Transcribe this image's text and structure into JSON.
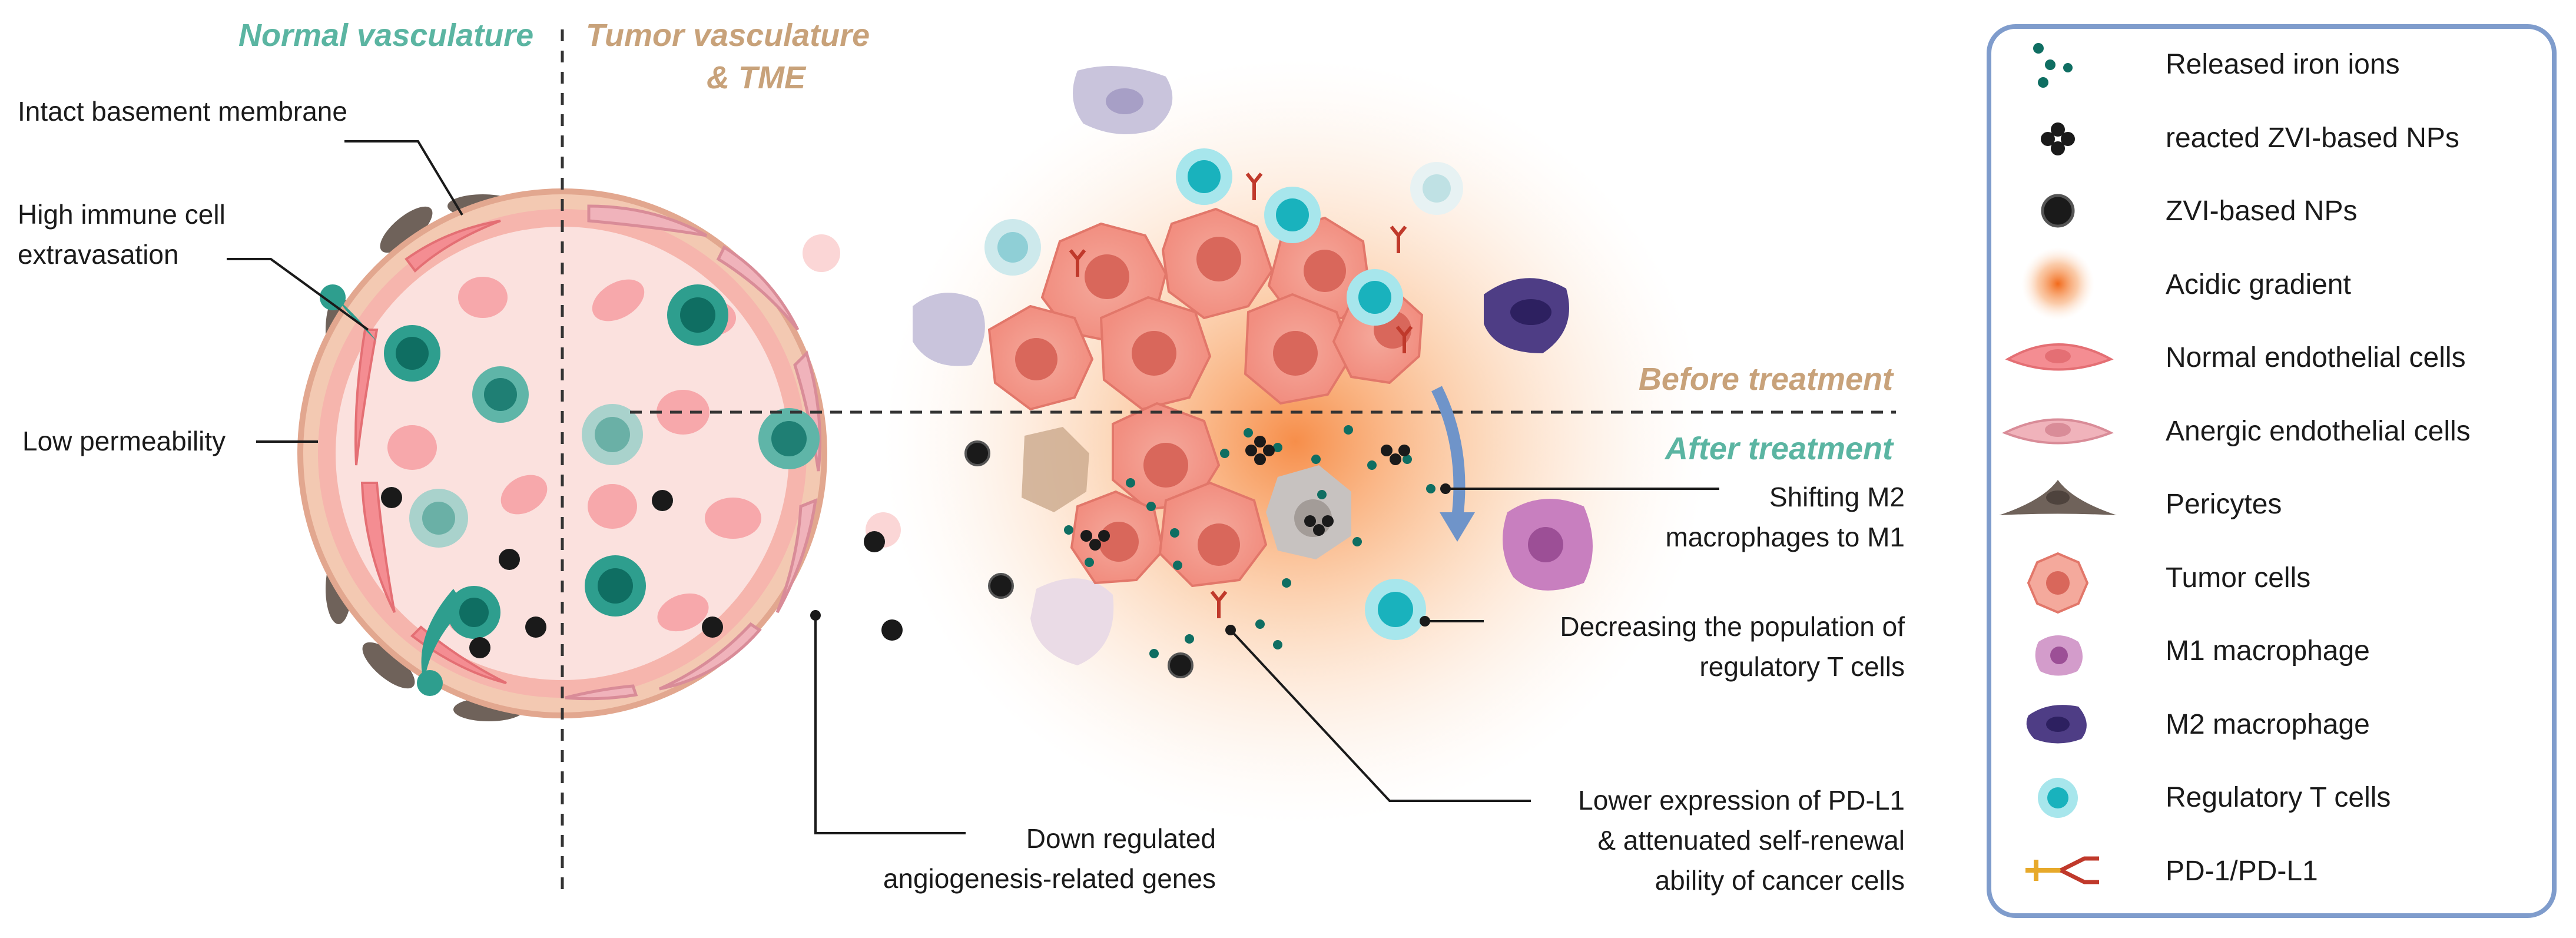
{
  "headers": {
    "normal": "Normal vasculature",
    "tumor_line1": "Tumor vasculature",
    "tumor_line2": "& TME",
    "before": "Before treatment",
    "after": "After treatment"
  },
  "labels": {
    "basement": "Intact basement membrane",
    "immune_line1": "High  immune cell",
    "immune_line2": "extravasation",
    "permeability": "Low permeability",
    "m2_line1": "Shifting M2",
    "m2_line2": "macrophages  to M1",
    "treg_line1": "Decreasing the population of",
    "treg_line2": "regulatory T cells",
    "pdl1_line1": "Lower expression of PD-L1",
    "pdl1_line2": "& attenuated self-renewal",
    "pdl1_line3": "ability of cancer cells",
    "angio_line1": "Down regulated",
    "angio_line2": "angiogenesis-related genes"
  },
  "legend": {
    "items": [
      {
        "label": "Released iron ions",
        "icon": "iron-ions-icon"
      },
      {
        "label": "reacted ZVI-based NPs",
        "icon": "reacted-nps-icon"
      },
      {
        "label": "ZVI-based NPs",
        "icon": "zvi-nps-icon"
      },
      {
        "label": "Acidic gradient",
        "icon": "acidic-gradient-icon"
      },
      {
        "label": "Normal endothelial cells",
        "icon": "normal-endothelial-icon"
      },
      {
        "label": "Anergic endothelial cells",
        "icon": "anergic-endothelial-icon"
      },
      {
        "label": "Pericytes",
        "icon": "pericyte-icon"
      },
      {
        "label": "Tumor cells",
        "icon": "tumor-cell-icon"
      },
      {
        "label": "M1 macrophage",
        "icon": "m1-macrophage-icon"
      },
      {
        "label": "M2 macrophage",
        "icon": "m2-macrophage-icon"
      },
      {
        "label": "Regulatory T cells",
        "icon": "treg-icon"
      },
      {
        "label": "PD-1/PD-L1",
        "icon": "pd1-pdl1-icon"
      }
    ]
  },
  "colors": {
    "teal": "#5bb5a2",
    "tan": "#c8a27a",
    "tumor_red": "#f0968a",
    "legend_border": "#7f9ccc",
    "nanoparticle": "#1a1a1a"
  }
}
